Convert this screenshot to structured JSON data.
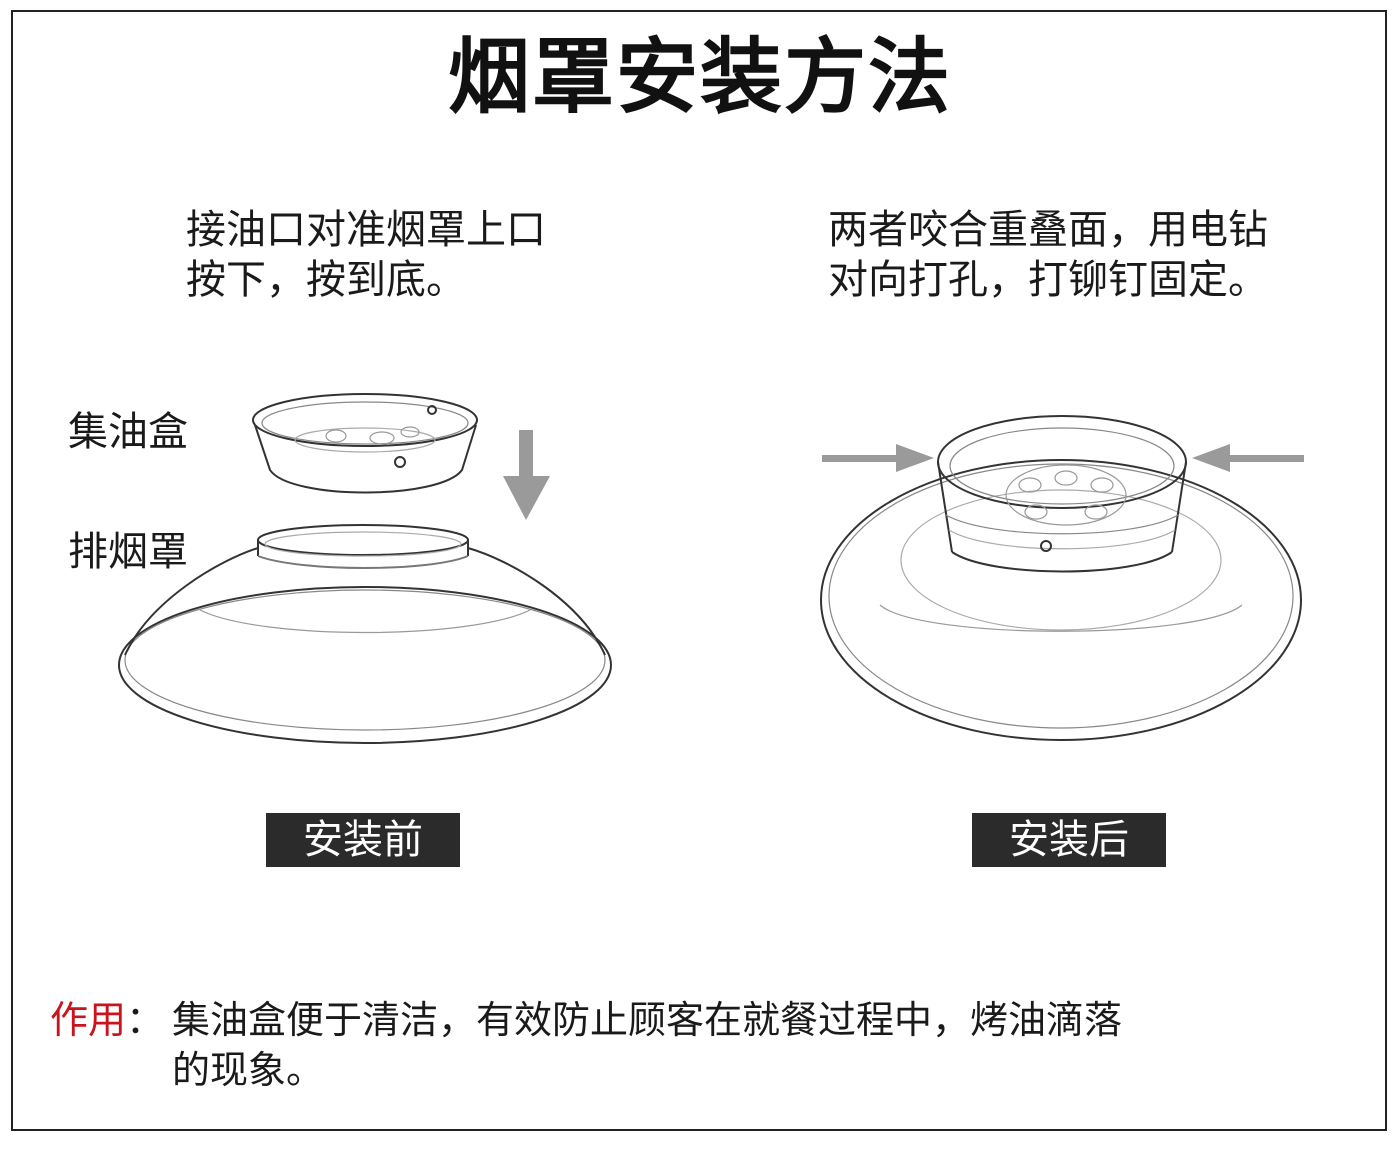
{
  "title": "烟罩安装方法",
  "left_instruction": {
    "line1": "接油口对准烟罩上口",
    "line2": "按下，按到底。"
  },
  "right_instruction": {
    "line1": "两者咬合重叠面，用电钻",
    "line2": "对向打孔，打铆钉固定。"
  },
  "parts": {
    "oil_box": "集油盒",
    "hood": "排烟罩"
  },
  "stages": {
    "before": "安装前",
    "after": "安装后"
  },
  "note": {
    "label": "作用",
    "colon": "：",
    "text_line1": "集油盒便于清洁，有效防止顾客在就餐过程中，烤油滴落",
    "text_line2": "的现象。"
  },
  "colors": {
    "label_red": "#c8141c",
    "arrow_gray": "#9a9a9a",
    "tag_bg": "#2b2b2b"
  }
}
